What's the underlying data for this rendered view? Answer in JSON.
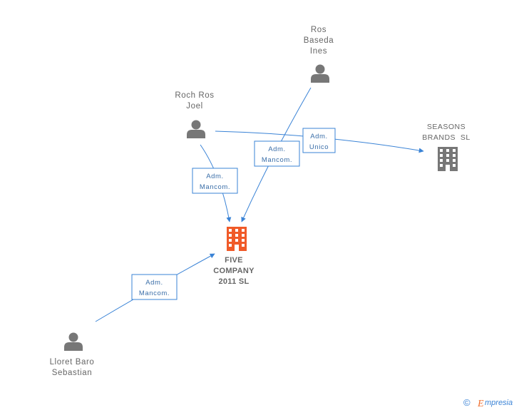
{
  "colors": {
    "edge": "#3a83d6",
    "person_icon": "#777777",
    "main_company": "#f05a28",
    "other_company": "#777777",
    "label_text": "#666666"
  },
  "nodes": {
    "ros_baseda": {
      "type": "person",
      "icon": "person-icon",
      "lines": [
        "Ros",
        "Baseda",
        "Ines"
      ]
    },
    "roch_ros": {
      "type": "person",
      "icon": "person-icon",
      "lines": [
        "Roch Ros",
        "Joel"
      ]
    },
    "lloret_baro": {
      "type": "person",
      "icon": "person-icon",
      "lines": [
        "Lloret Baro",
        "Sebastian"
      ]
    },
    "five_company": {
      "type": "company",
      "main": true,
      "icon": "building-icon",
      "lines": [
        "FIVE",
        "COMPANY",
        "2011 SL"
      ]
    },
    "seasons_brands": {
      "type": "company",
      "main": false,
      "icon": "building-icon",
      "lines": [
        "SEASONS",
        "BRANDS  SL"
      ]
    }
  },
  "edges": {
    "roch_to_five": {
      "lines": [
        "Adm.",
        "Mancom."
      ]
    },
    "ros_to_five": {
      "lines": [
        "Adm.",
        "Mancom."
      ]
    },
    "roch_to_seasons": {
      "lines": [
        "Adm.",
        "Unico"
      ]
    },
    "lloret_to_five": {
      "lines": [
        "Adm.",
        "Mancom."
      ]
    }
  },
  "footer": {
    "copyright_symbol": "©",
    "brand_initial": "E",
    "brand_rest": "mpresia"
  }
}
